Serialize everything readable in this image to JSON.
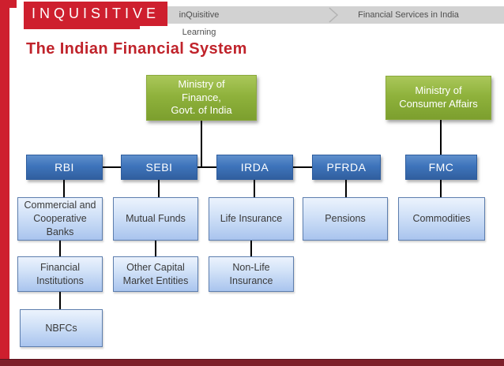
{
  "header": {
    "logo": "INQUISITIVE",
    "crumb_course": "inQuisitive Learning",
    "crumb_topic": "Financial Services in India"
  },
  "slide": {
    "title": "The Indian Financial System"
  },
  "diagram": {
    "ministries": [
      "Ministry of\nFinance,\nGovt. of India",
      "Ministry of\nConsumer Affairs"
    ],
    "regulators": [
      "RBI",
      "SEBI",
      "IRDA",
      "PFRDA",
      "FMC"
    ],
    "level2": [
      "Commercial and\nCooperative\nBanks",
      "Mutual Funds",
      "Life Insurance",
      "Pensions",
      "Commodities"
    ],
    "level3": [
      "Financial\nInstitutions",
      "Other Capital\nMarket Entities",
      "Non-Life\nInsurance"
    ],
    "level4": [
      "NBFCs"
    ]
  },
  "colors": {
    "brand_red": "#ce1f2e",
    "footer_maroon": "#7d1f2a",
    "title_red": "#c0232b",
    "ministry_green": "#8fb23c",
    "regulator_blue": "#3e74bb",
    "entity_light_blue": "#cfe0f7",
    "connector_black": "#000000"
  }
}
